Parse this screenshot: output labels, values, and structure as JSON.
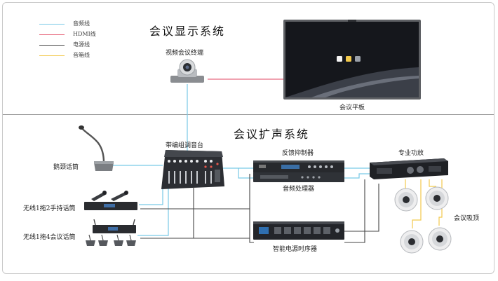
{
  "legend": [
    {
      "label": "音频线",
      "color": "#79c9e6"
    },
    {
      "label": "HDMI线",
      "color": "#e86b80"
    },
    {
      "label": "电源线",
      "color": "#444444"
    },
    {
      "label": "音箱线",
      "color": "#f2c94c"
    }
  ],
  "sections": {
    "display_title": "会议显示系统",
    "audio_title": "会议扩声系统"
  },
  "devices": {
    "video_terminal": "视频会议终端",
    "conference_tablet": "会议平板",
    "gooseneck_mic": "鹅颈话筒",
    "mixer": "带编组调音台",
    "feedback_suppressor": "反馈抑制器",
    "audio_processor": "音频处理器",
    "power_amp": "专业功放",
    "wireless_handheld": "无线1拖2手持话筒",
    "wireless_4": "无线1拖4会议话筒",
    "power_sequencer": "智能电源时序器",
    "ceiling_speakers": "会议吸顶"
  }
}
